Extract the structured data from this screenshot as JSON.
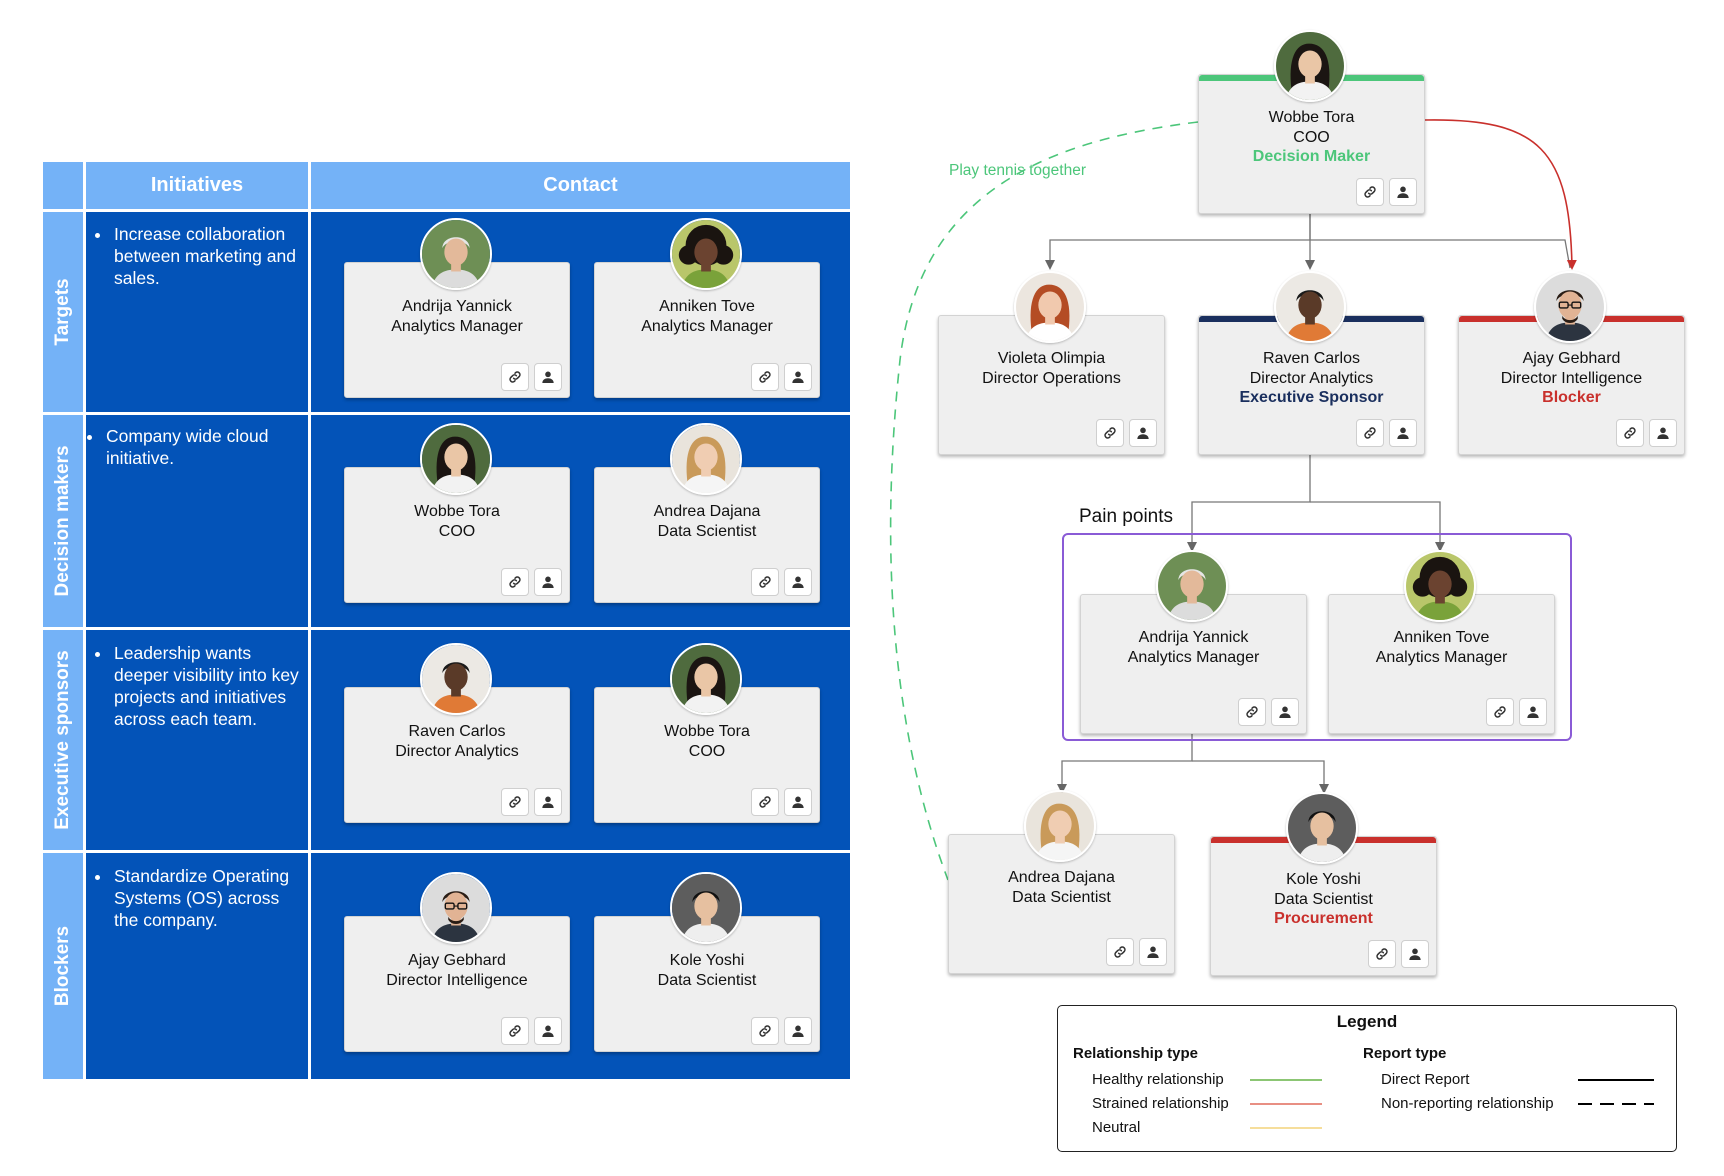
{
  "colors": {
    "header_blue": "#74b2f7",
    "cell_blue": "#0353b8",
    "healthy_green": "#4cc67a",
    "strained_red": "#c9302c",
    "sponsor_navy": "#1a2f5e",
    "neutral_yellow": "#f3d47a",
    "pain_purple": "#8a5bd6"
  },
  "matrix": {
    "headers": [
      "Initiatives",
      "Contact"
    ],
    "rows": [
      {
        "label": "Targets",
        "initiative": "Increase collaboration between marketing and sales.",
        "contacts": [
          {
            "name": "Andrija Yannick",
            "title": "Analytics Manager",
            "avatar": "older-man-avatar"
          },
          {
            "name": "Anniken Tove",
            "title": "Analytics Manager",
            "avatar": "woman-curly-avatar"
          }
        ]
      },
      {
        "label": "Decision makers",
        "initiative": "Company wide cloud initiative.",
        "contacts": [
          {
            "name": "Wobbe Tora",
            "title": "COO",
            "avatar": "woman-dark-hair-avatar"
          },
          {
            "name": "Andrea Dajana",
            "title": "Data Scientist",
            "avatar": "woman-blonde-avatar"
          }
        ]
      },
      {
        "label": "Executive sponsors",
        "initiative": "Leadership wants deeper visibility into key projects and initiatives across each team.",
        "contacts": [
          {
            "name": "Raven Carlos",
            "title": "Director Analytics",
            "avatar": "man-dark-skin-avatar"
          },
          {
            "name": "Wobbe Tora",
            "title": "COO",
            "avatar": "woman-dark-hair-avatar"
          }
        ]
      },
      {
        "label": "Blockers",
        "initiative": "Standardize Operating Systems (OS) across the company.",
        "contacts": [
          {
            "name": "Ajay Gebhard",
            "title": "Director Intelligence",
            "avatar": "man-glasses-avatar"
          },
          {
            "name": "Kole Yoshi",
            "title": "Data Scientist",
            "avatar": "young-man-avatar"
          }
        ]
      }
    ]
  },
  "org": {
    "wobbe": {
      "name": "Wobbe Tora",
      "title": "COO",
      "role": "Decision Maker"
    },
    "violeta": {
      "name": "Violeta Olimpia",
      "title": "Director Operations"
    },
    "raven": {
      "name": "Raven Carlos",
      "title": "Director Analytics",
      "role": "Executive Sponsor"
    },
    "ajay": {
      "name": "Ajay Gebhard",
      "title": "Director Intelligence",
      "role": "Blocker"
    },
    "andrija": {
      "name": "Andrija Yannick",
      "title": "Analytics Manager"
    },
    "anniken": {
      "name": "Anniken Tove",
      "title": "Analytics Manager"
    },
    "andrea": {
      "name": "Andrea Dajana",
      "title": "Data Scientist"
    },
    "kole": {
      "name": "Kole Yoshi",
      "title": "Data Scientist",
      "role": "Procurement"
    },
    "tennis_label": "Play tennis together",
    "pain_points_label": "Pain points"
  },
  "legend": {
    "title": "Legend",
    "relationship_heading": "Relationship type",
    "relationships": [
      "Healthy relationship",
      "Strained relationship",
      "Neutral"
    ],
    "report_heading": "Report type",
    "reports": [
      "Direct Report",
      "Non-reporting relationship"
    ]
  }
}
